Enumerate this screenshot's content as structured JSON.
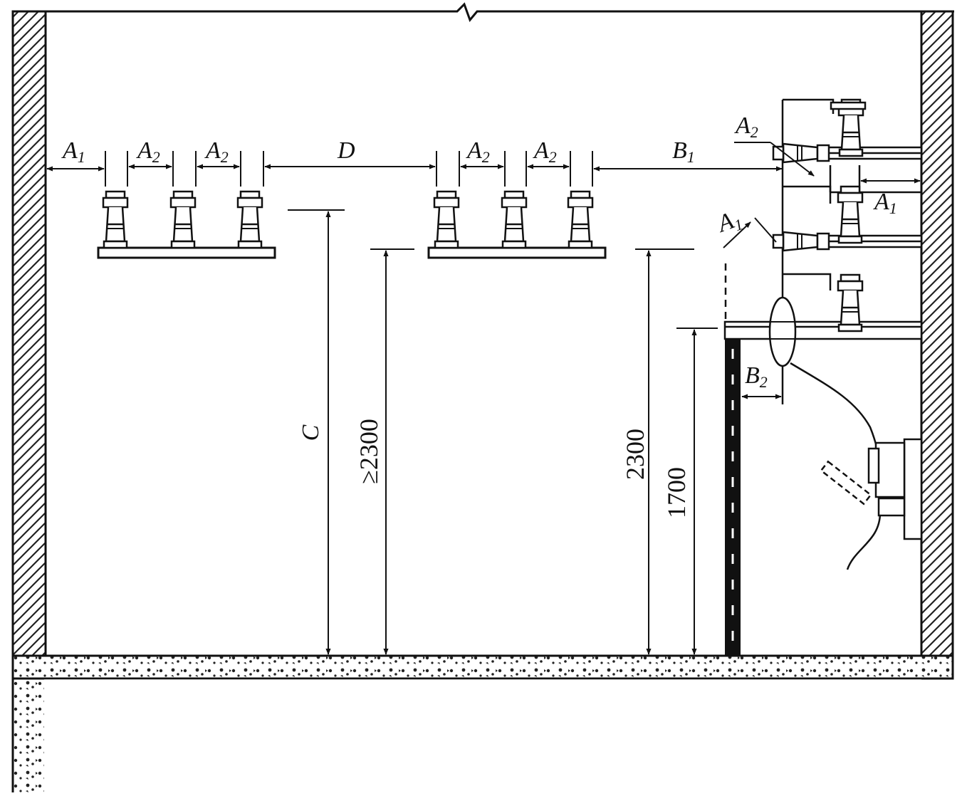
{
  "labels": {
    "a1_left": "A",
    "a1_left_sub": "1",
    "a2_g1_first": "A",
    "a2_g1_first_sub": "2",
    "a2_g1_second": "A",
    "a2_g1_second_sub": "2",
    "d": "D",
    "a2_g2_first": "A",
    "a2_g2_first_sub": "2",
    "a2_g2_second": "A",
    "a2_g2_second_sub": "2",
    "b1": "B",
    "b1_sub": "1",
    "a2_cabinet": "A",
    "a2_cabinet_sub": "2",
    "a1_cabinet": "A",
    "a1_cabinet_sub": "1",
    "a1_diag": "A",
    "a1_diag_sub": "1",
    "b2": "B",
    "b2_sub": "2",
    "c": "C",
    "dim_ge2300": "≥2300",
    "dim_2300": "2300",
    "dim_1700": "1700"
  }
}
